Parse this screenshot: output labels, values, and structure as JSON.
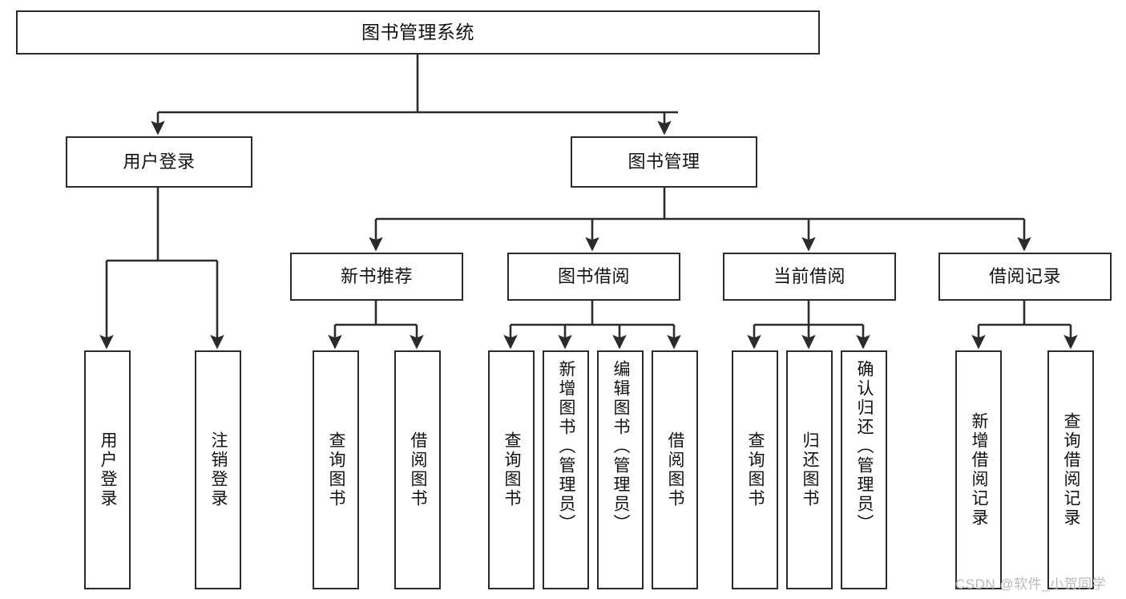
{
  "diagram": {
    "title": "图书管理系统",
    "type": "hierarchy-tree",
    "root": {
      "label": "图书管理系统"
    },
    "level2": [
      {
        "label": "用户登录"
      },
      {
        "label": "图书管理"
      }
    ],
    "level3": [
      {
        "label": "新书推荐"
      },
      {
        "label": "图书借阅"
      },
      {
        "label": "当前借阅"
      },
      {
        "label": "借阅记录"
      }
    ],
    "leaves": {
      "user_login": [
        {
          "label": "用户登录"
        },
        {
          "label": "注销登录"
        }
      ],
      "new_book_recommend": [
        {
          "label": "查询图书"
        },
        {
          "label": "借阅图书"
        }
      ],
      "book_borrow": [
        {
          "label": "查询图书"
        },
        {
          "label": "新增图书（管理员）"
        },
        {
          "label": "编辑图书（管理员）"
        },
        {
          "label": "借阅图书"
        }
      ],
      "current_borrow": [
        {
          "label": "查询图书"
        },
        {
          "label": "归还图书"
        },
        {
          "label": "确认归还（管理员）"
        }
      ],
      "borrow_record": [
        {
          "label": "新增借阅记录"
        },
        {
          "label": "查询借阅记录"
        }
      ]
    }
  },
  "watermark": {
    "text": "CSDN @软件_小贺同学"
  },
  "colors": {
    "border": "#2b2b2b",
    "edge": "#2b2b2b",
    "background": "#ffffff",
    "text": "#111111",
    "watermark": "#b9b9b9"
  }
}
